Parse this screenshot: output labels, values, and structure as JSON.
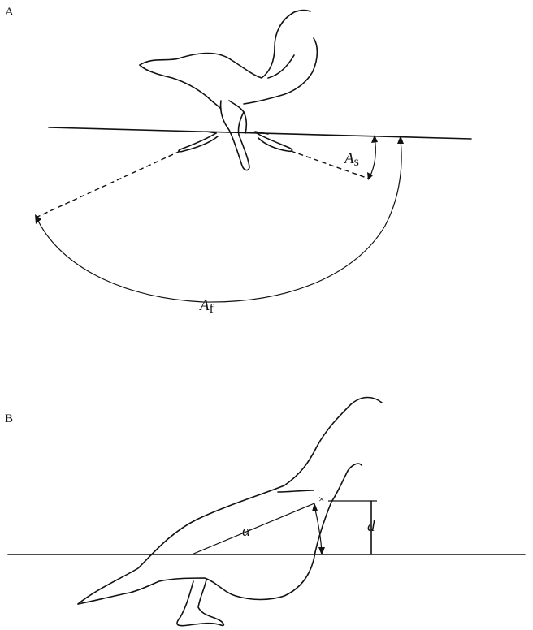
{
  "panels": {
    "a": {
      "label": "A",
      "swing_symbol": "A",
      "swing_subscript": "s",
      "flap_symbol": "A",
      "flap_subscript": "f"
    },
    "b": {
      "label": "B",
      "angle_symbol": "α",
      "depth_symbol": "d",
      "marker": "×"
    }
  }
}
